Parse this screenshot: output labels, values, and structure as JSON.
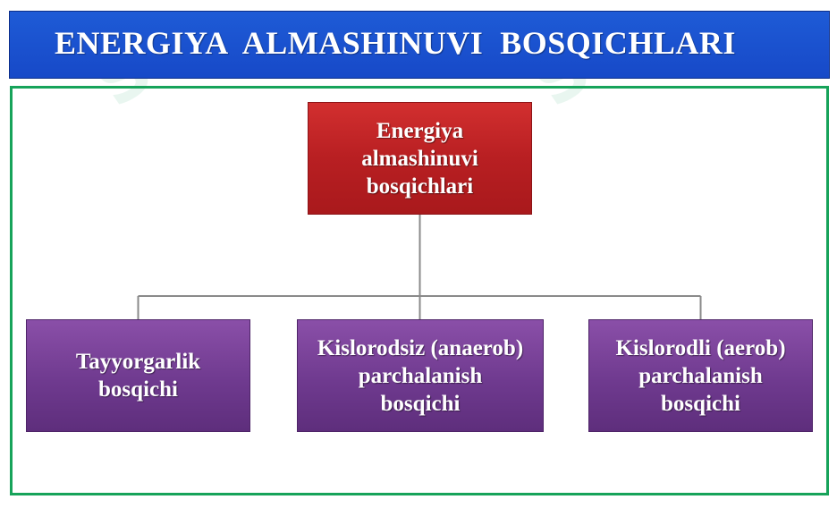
{
  "title": "ENERGIYA  ALMASHINUVI  BOSQICHLARI",
  "root": {
    "label": "Energiya\nalmashinuvi\nbosqichlari"
  },
  "children": [
    {
      "label": "Tayyorgarlik\nbosqichi"
    },
    {
      "label": "Kislorodsiz (anaerob)\nparchalanish\nbosqichi"
    },
    {
      "label": "Kislorodli (aerob)\nparchalanish\nbosqichi"
    }
  ],
  "colors": {
    "title_bar": "#1e5bd6",
    "frame_border": "#17a35a",
    "root_box": "#c0262a",
    "child_box": "#6f3a8f",
    "connector": "#8a8a8a"
  }
}
